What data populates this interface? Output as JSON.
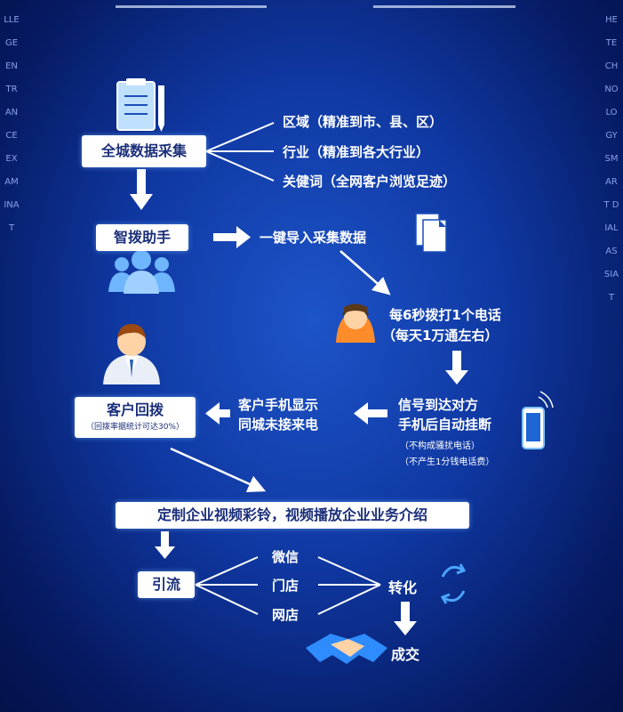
{
  "side_text": {
    "left": "LLEGE ENTRANCE EXAMINAT",
    "right": "HE TECHNOLOGY SMART DIAL ASSIAT"
  },
  "flow": {
    "collect": {
      "box": "全城数据采集",
      "branches": [
        "区域（精准到市、县、区）",
        "行业（精准到各大行业）",
        "关健词（全网客户浏览足迹）"
      ]
    },
    "assistant": {
      "box": "智拨助手",
      "import_label": "一键导入采集数据"
    },
    "dial": {
      "line1": "每6秒拨打1个电话",
      "line2": "（每天1万通左右）"
    },
    "signal": {
      "line1": "信号到达对方",
      "line2": "手机后自动挂断",
      "note1": "（不构成骚扰电话）",
      "note2": "（不产生1分钱电话费）"
    },
    "display": {
      "line1": "客户手机显示",
      "line2": "同城未接来电"
    },
    "callback": {
      "box": "客户回拨",
      "sub": "（回拨率据统计可达30%）"
    },
    "ringtone": {
      "box": "定制企业视频彩铃，视频播放企业业务介绍"
    },
    "traffic": {
      "box": "引流",
      "channels": [
        "微信",
        "门店",
        "网店"
      ]
    },
    "convert": "转化",
    "deal": "成交"
  },
  "colors": {
    "box_bg": "#ffffff",
    "box_text": "#1b2f7a",
    "arrow": "#ffffff",
    "bg": "#0f37a0"
  }
}
